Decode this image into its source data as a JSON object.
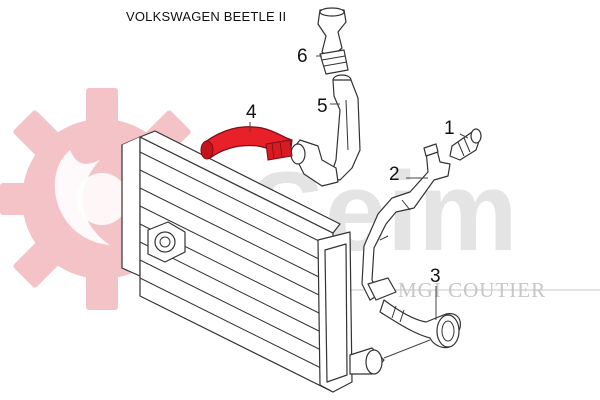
{
  "diagram": {
    "title": "VOLKSWAGEN BEETLE II",
    "brand": {
      "name": "Seim",
      "subtitle": "MGI COUTIER",
      "logo_color": "#f2c0c4"
    },
    "highlight_color": "#e8202a",
    "callouts": [
      {
        "label": "1",
        "part": "intake-elbow"
      },
      {
        "label": "2",
        "part": "long-charge-pipe"
      },
      {
        "label": "3",
        "part": "lower-hose"
      },
      {
        "label": "4",
        "part": "red-hose",
        "highlighted": true
      },
      {
        "label": "5",
        "part": "vertical-pipe"
      },
      {
        "label": "6",
        "part": "upper-connector"
      }
    ]
  }
}
